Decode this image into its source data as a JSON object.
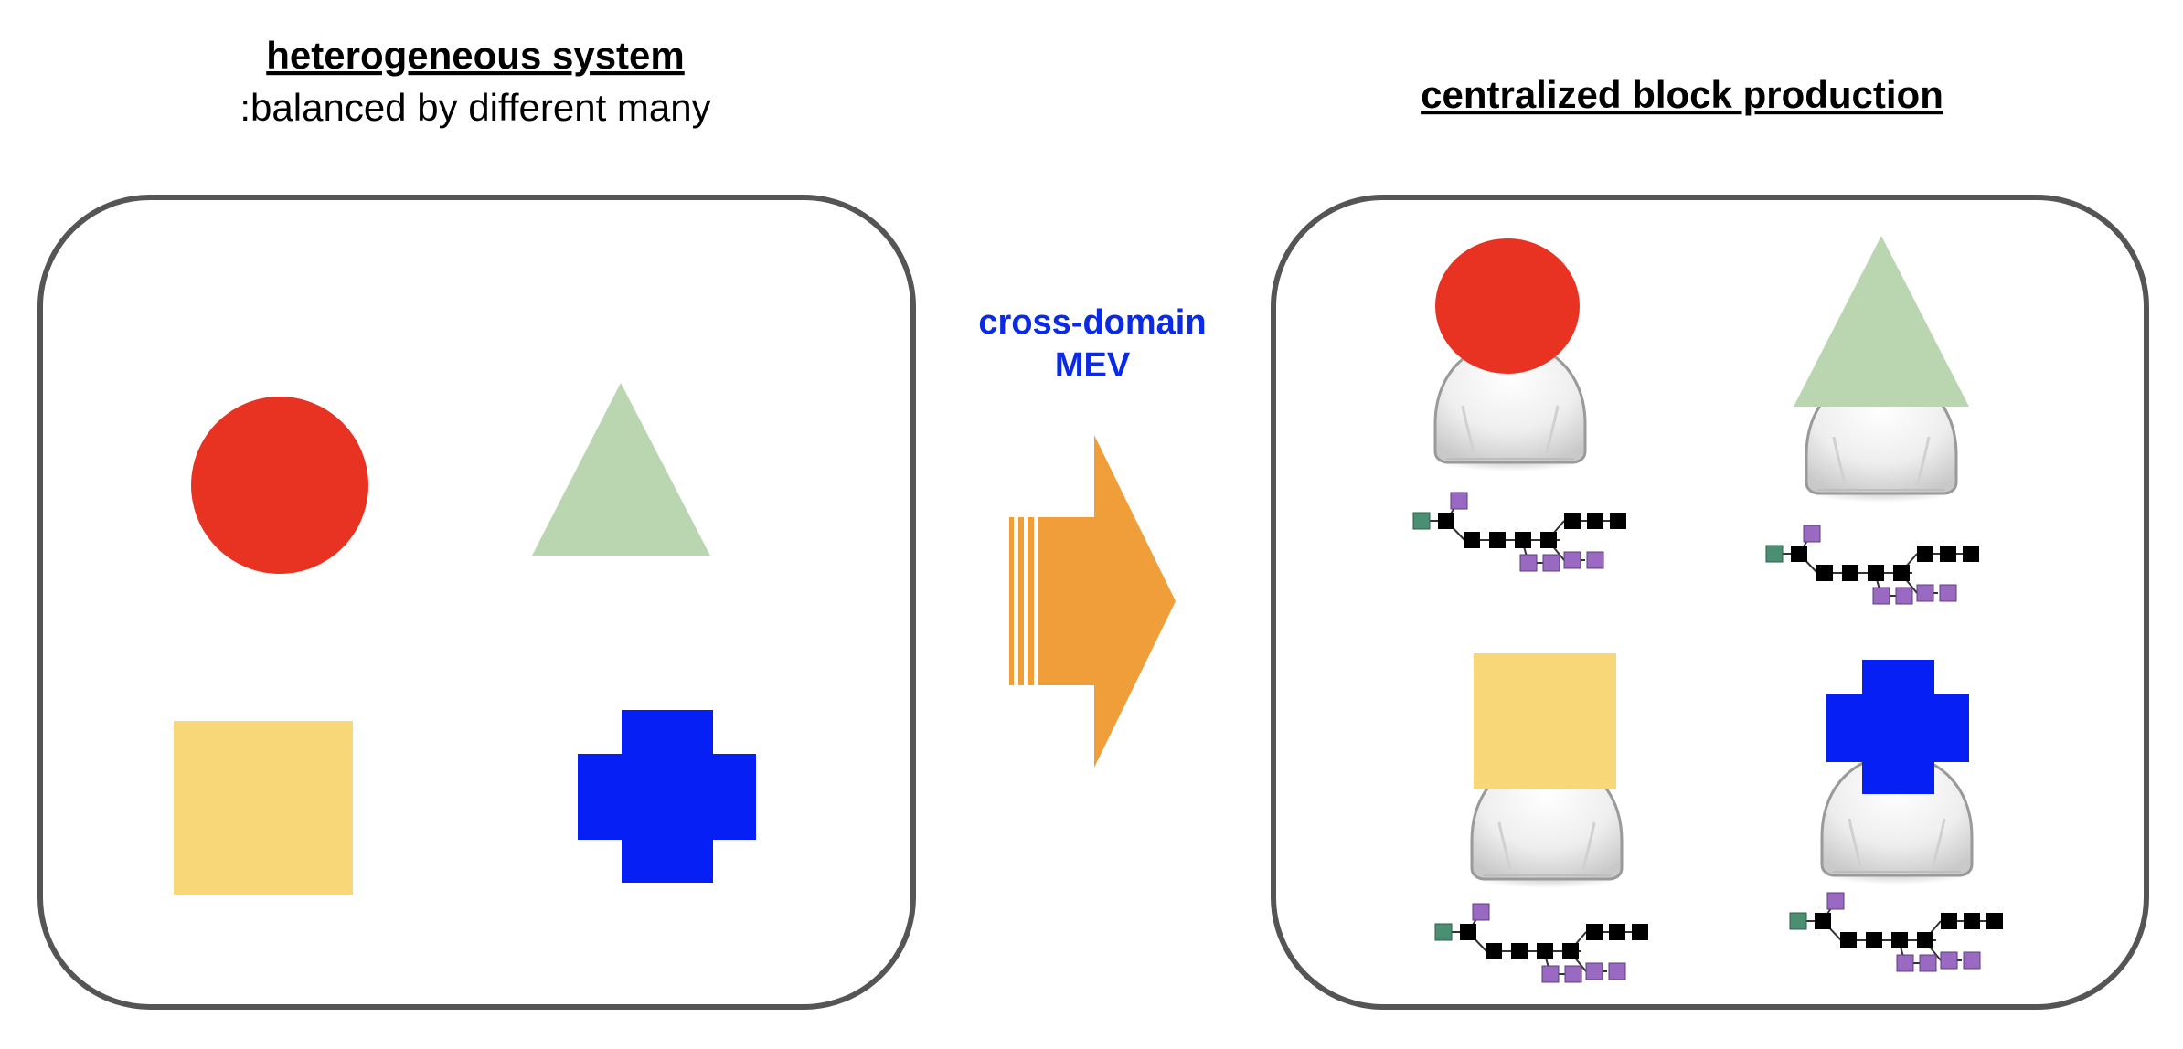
{
  "left_panel": {
    "title": "heterogeneous system",
    "subtitle": ":balanced by different many"
  },
  "right_panel": {
    "title": "centralized block production"
  },
  "arrow": {
    "label_line1": "cross-domain",
    "label_line2": "MEV"
  },
  "colors": {
    "circle": "#e83323",
    "triangle": "#bad6b1",
    "square": "#f8d778",
    "cross": "#051ff5",
    "arrow": "#f09e3a",
    "arrow_label": "#0a2ae6",
    "panel_border": "#555555",
    "genesis_block": "#4a8f72",
    "chain_block": "#000000",
    "fork_block": "#9a69c1"
  },
  "icons": {
    "builder": "user-icon",
    "chain": "blockchain-icon"
  }
}
